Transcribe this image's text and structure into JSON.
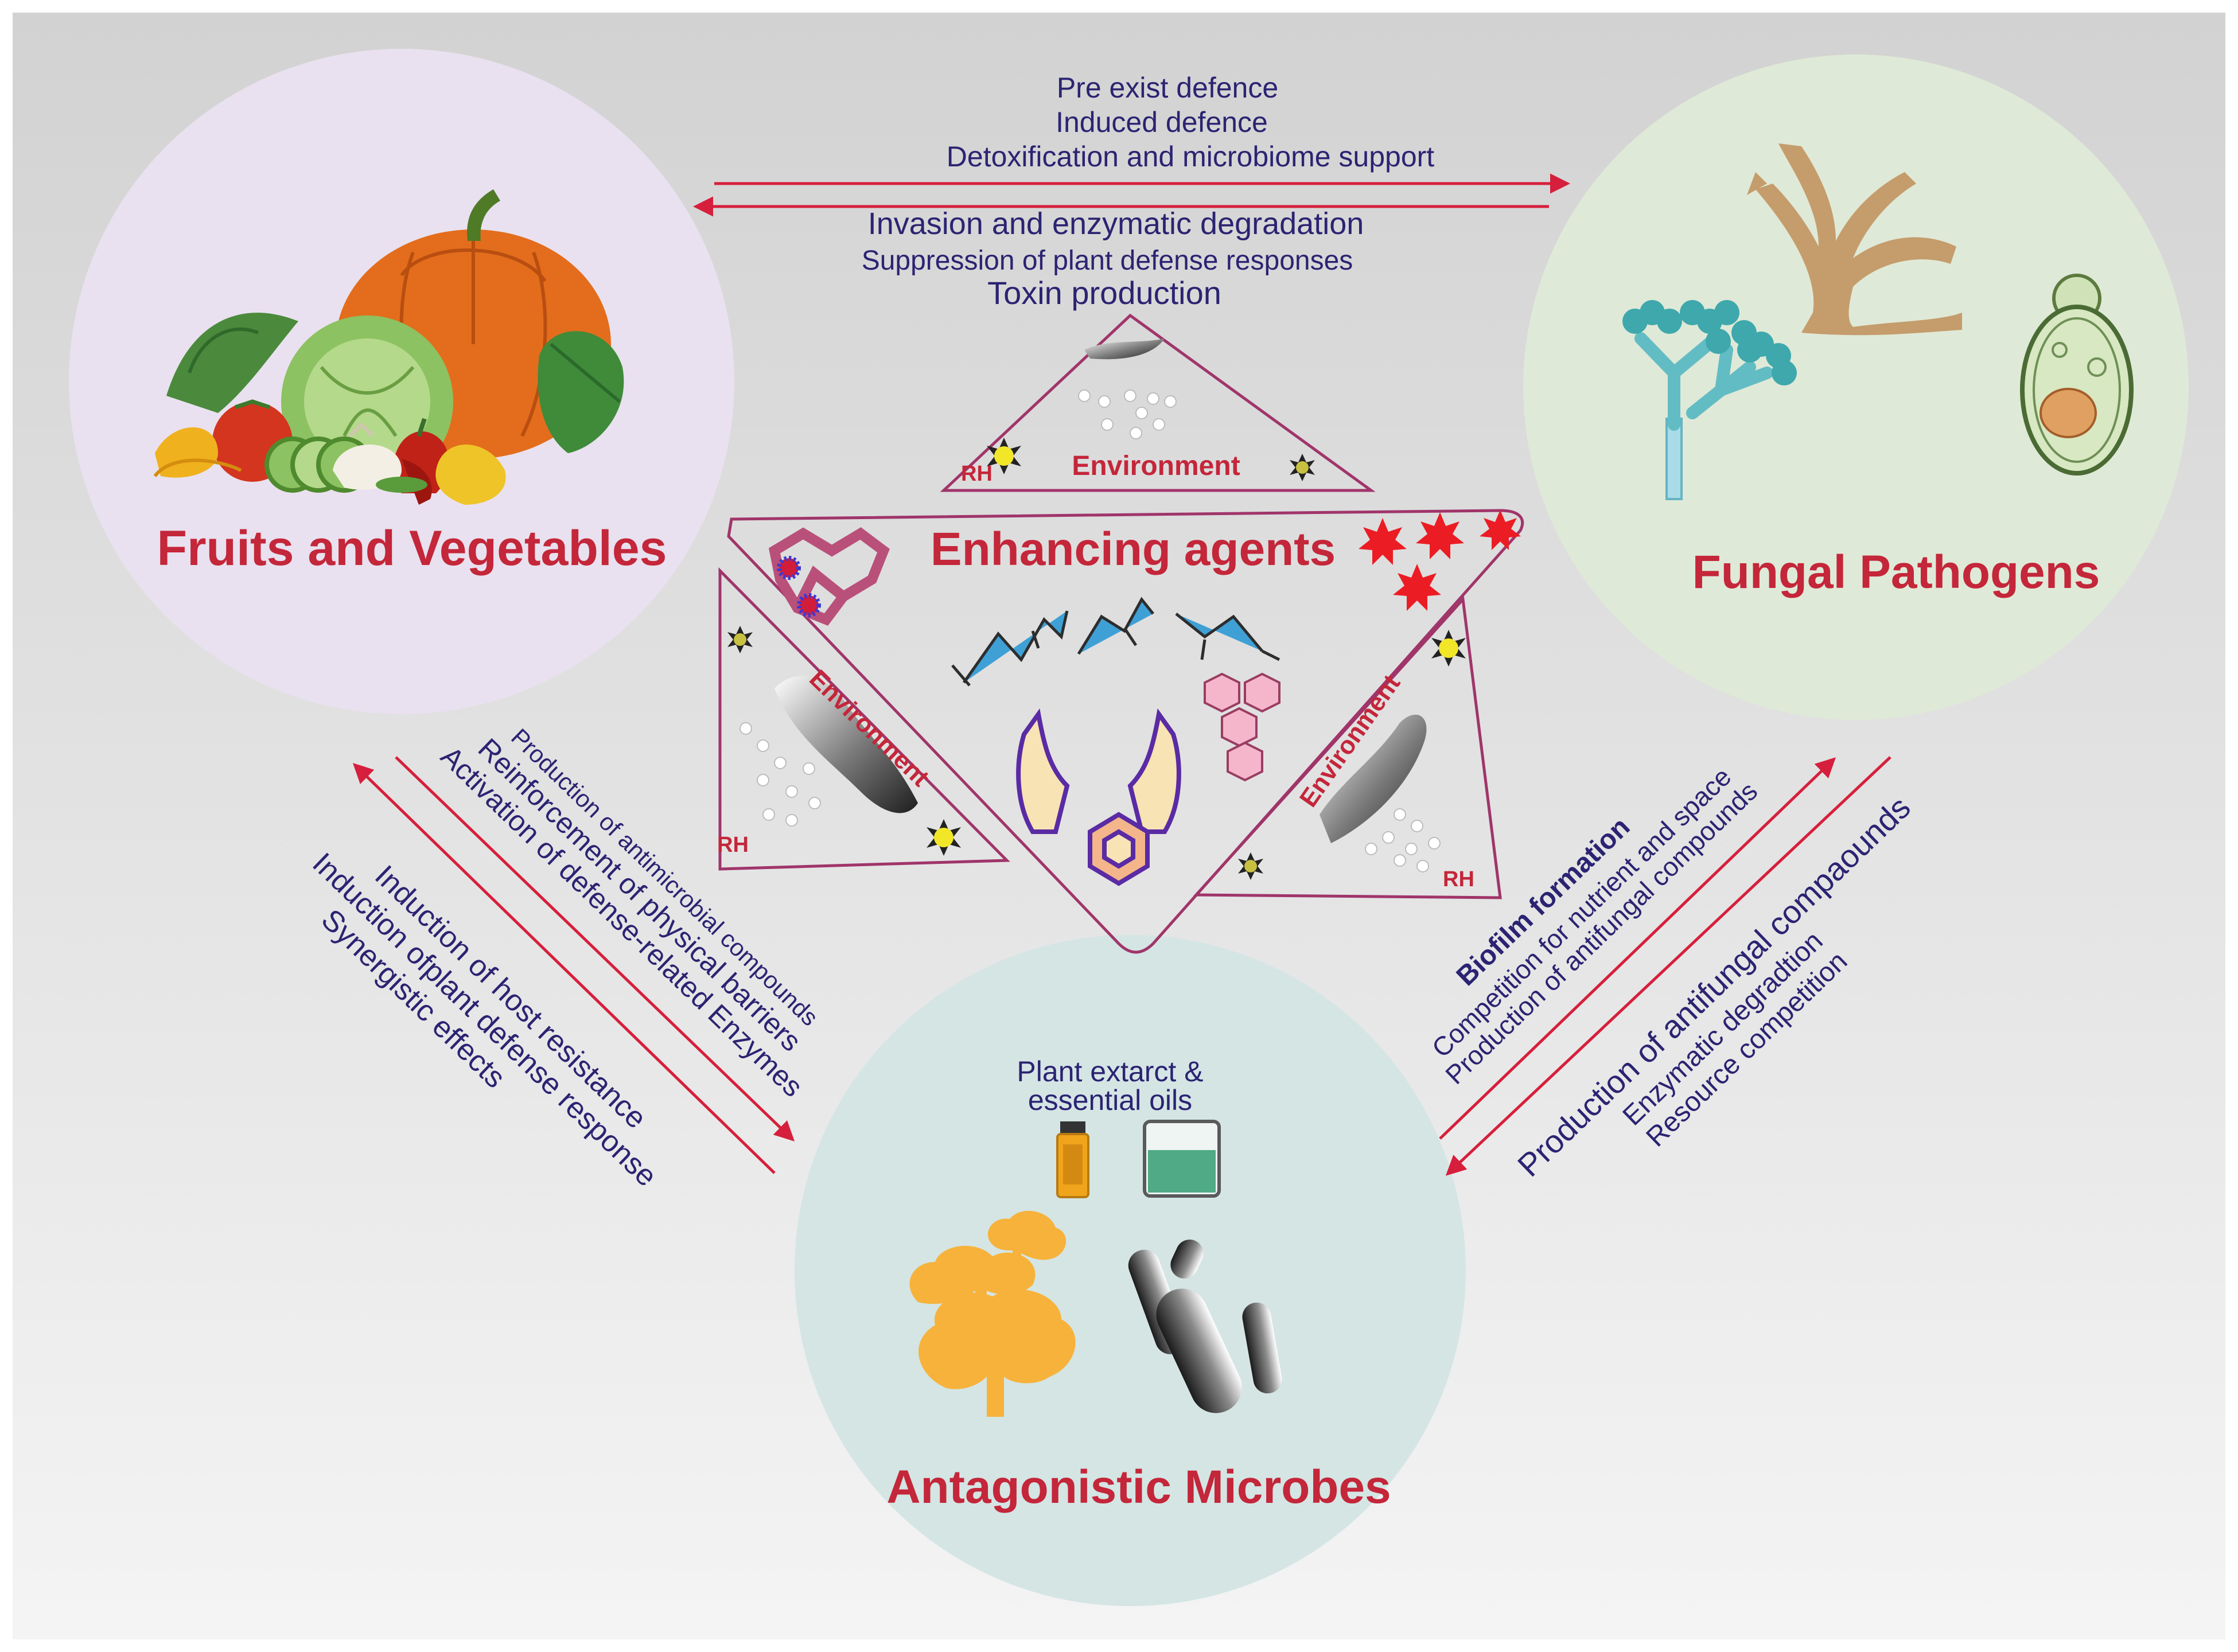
{
  "colors": {
    "background_top": "#d2d2d2",
    "background_bottom": "#f4f4f4",
    "fruits_circle": "#e9e1ef",
    "fungal_circle": "#dfe9d7",
    "microbes_circle": "#d4e5e4",
    "title_red": "#c4263a",
    "text_navy": "#2b2372",
    "arrow_red": "#d61f3c",
    "triangle_outline": "#a0356a"
  },
  "nodes": {
    "fruits": {
      "title": "Fruits and Vegetables"
    },
    "fungal": {
      "title": "Fungal Pathogens"
    },
    "microbes": {
      "title": "Antagonistic Microbes",
      "extract_line1": "Plant extarct &",
      "extract_line2": "essential oils"
    }
  },
  "center": {
    "title": "Enhancing agents",
    "environment_label": "Environment",
    "rh_label": "RH"
  },
  "top_arrows": {
    "to_fungal": [
      "Pre exist defence",
      "Induced defence",
      "Detoxification and microbiome support"
    ],
    "to_fruits": [
      "Invasion and enzymatic degradation",
      "Suppression of plant defense responses",
      "Toxin production"
    ]
  },
  "left_arrows": {
    "to_microbes": [
      "Production of antimicrobial compounds",
      "Reinforcement of physical barriers",
      "Activation of defense-related Enzymes"
    ],
    "to_fruits": [
      "Induction of host resistance",
      "Induction ofplant defense response",
      "Synergistic effects"
    ]
  },
  "right_arrows": {
    "to_fungal": [
      "Biofilm formation",
      "Competition for nutrient and space",
      "Production of antifungal compounds"
    ],
    "to_microbes": [
      "Production of antifungal compaounds",
      "Enzymatic degradtion",
      "Resource competition"
    ]
  },
  "icons": [
    "vegetables-illustration",
    "fungal-hypha-icon",
    "conidiophore-icon",
    "yeast-cell-icon",
    "essential-oil-vial-icon",
    "beaker-icon",
    "fungal-colony-icon",
    "bacteria-rods-icon",
    "chitosan-molecule-icon",
    "peptide-chain-icon",
    "hands-icon",
    "hexagon-chain-icon",
    "red-star-icon"
  ]
}
